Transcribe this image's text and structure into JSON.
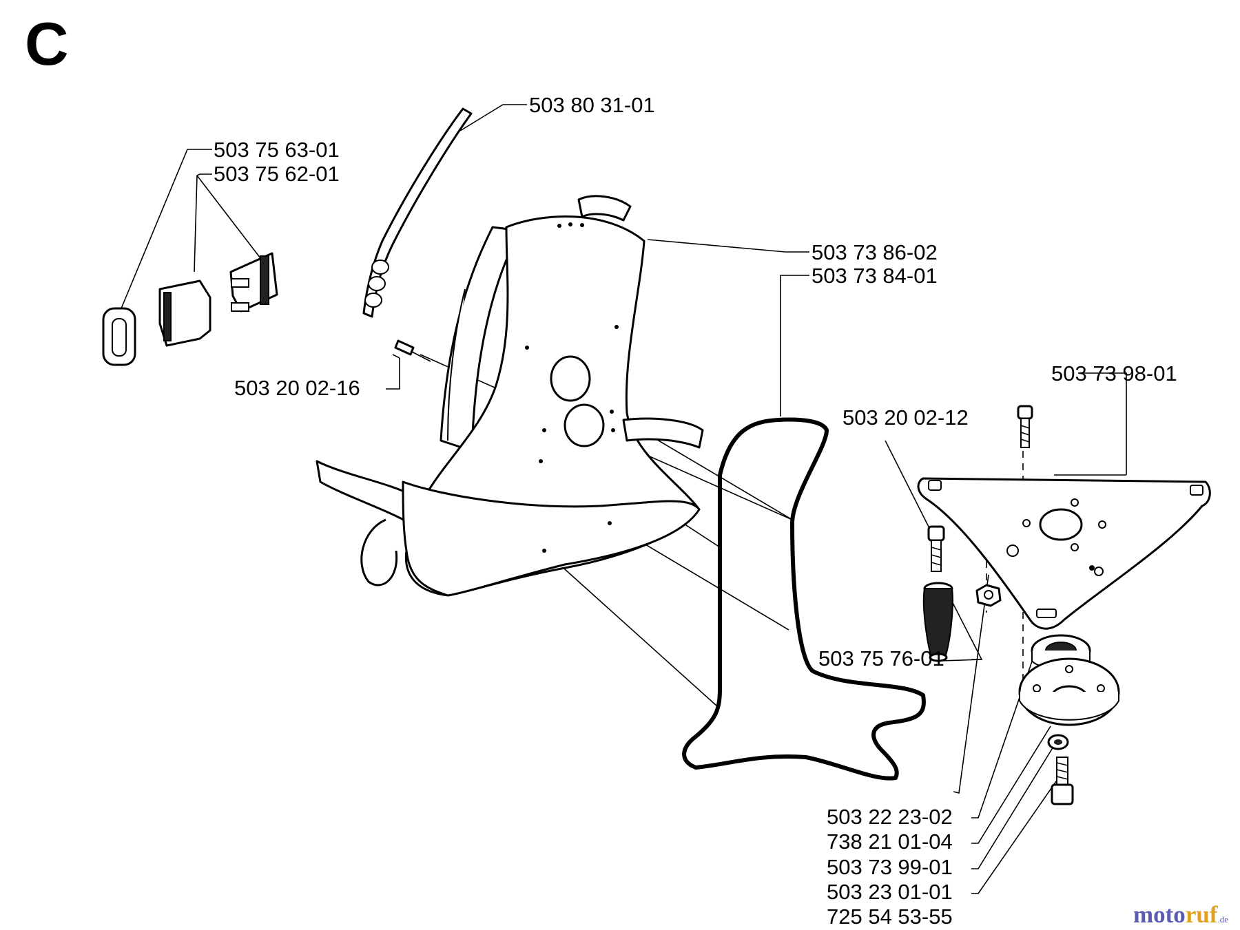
{
  "page_letter": "C",
  "part_labels": [
    {
      "id": "hip-tube",
      "text": "503 80 31-01"
    },
    {
      "id": "buckle-loop",
      "text": "503 75 63-01"
    },
    {
      "id": "buckle",
      "text": "503 75 62-01"
    },
    {
      "id": "harness",
      "text": "503 73 86-02"
    },
    {
      "id": "frame",
      "text": "503 73 84-01"
    },
    {
      "id": "harness-screw",
      "text": "503 20 02-16"
    },
    {
      "id": "plate",
      "text": "503 73 98-01"
    },
    {
      "id": "plate-screw",
      "text": "503 20 02-12"
    },
    {
      "id": "damper",
      "text": "503 75 76-01"
    },
    {
      "id": "nut",
      "text": "503 22 23-02"
    },
    {
      "id": "hub",
      "text": "738 21 01-04"
    },
    {
      "id": "flange",
      "text": "503 73 99-01"
    },
    {
      "id": "washer",
      "text": "503 23 01-01"
    },
    {
      "id": "bolt",
      "text": "725 54 53-55"
    }
  ],
  "watermark": {
    "brand_part1": "moto",
    "brand_part2": "ruf",
    "suffix": ".de",
    "color1": "#5b5bb5",
    "color2": "#e0a020"
  }
}
